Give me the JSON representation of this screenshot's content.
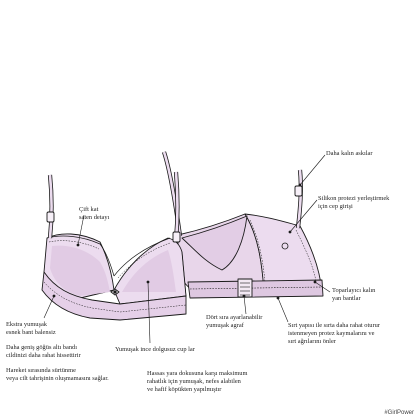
{
  "callouts": {
    "cift_kat": "Çift kat\nsaten detayı",
    "ekstra": "Ekstra yumuşak\nesnek bant balensiz",
    "daha_genis": "Daha geniş göğüs altı bandı\ncildinizi daha rahat hissettirir",
    "hareket": "Hareket sırasında sürtünme\nveya cilt tahrişinin oluşmamasını sağlar.",
    "yumusak_cup": "Yumuşak ince dolgusuz cup lar",
    "hassas": "Hassas yara dokusuna karşı maksimum\nrahatlık için yumuşak, nefes alabilen\nve hafif köpükten yapılmıştır",
    "dort_sira": "Dört sıra ayarlanabilir\nyumuşak agraf",
    "daha_kalin": "Daha kalın askılar",
    "silikon": "Silikon protezi yerleştirmek\niçin cep girişi",
    "toparlayici": "Toparlayıcı kalın\nyan bantlar",
    "sirt": "Sırt yapısı ile sırta daha rahat oturur\nistenmeyen protez kaymalarını ve\nsırt ağrılarını önler"
  },
  "brand_tag": "#GirlPower",
  "colors": {
    "fabric": "#ecdcef",
    "fabric_shade": "#d9c2dc",
    "outline": "#1a1a1a"
  }
}
